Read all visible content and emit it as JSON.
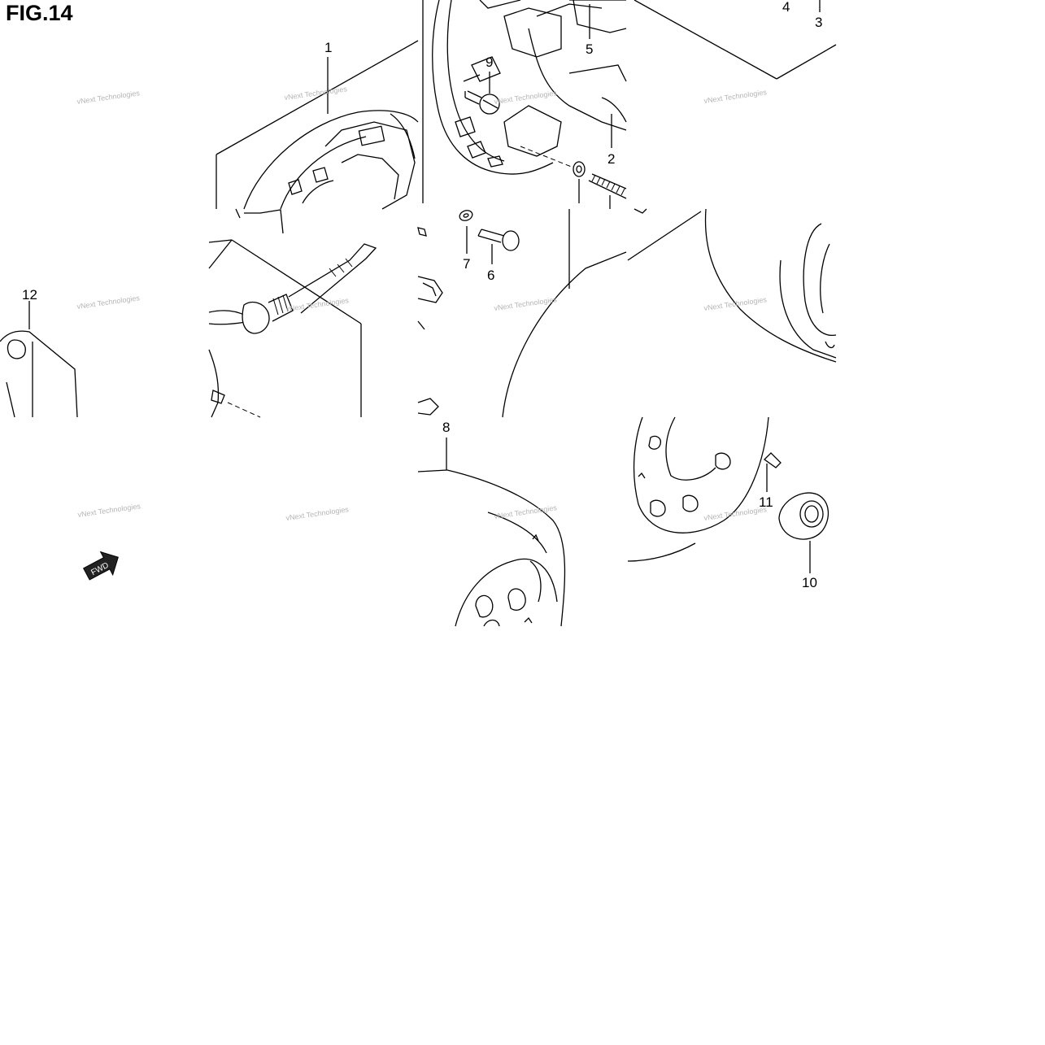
{
  "figure": {
    "title": "FIG.14",
    "watermark_text": "vNext Technologies",
    "fwd_label": "FWD"
  },
  "callouts": [
    {
      "id": "c1",
      "label": "1"
    },
    {
      "id": "c2",
      "label": "2"
    },
    {
      "id": "c3",
      "label": "3"
    },
    {
      "id": "c4",
      "label": "4"
    },
    {
      "id": "c5",
      "label": "5"
    },
    {
      "id": "c6",
      "label": "6"
    },
    {
      "id": "c7",
      "label": "7"
    },
    {
      "id": "c8",
      "label": "8"
    },
    {
      "id": "c9",
      "label": "9"
    },
    {
      "id": "c10",
      "label": "10"
    },
    {
      "id": "c11",
      "label": "11"
    },
    {
      "id": "c12",
      "label": "12"
    }
  ]
}
